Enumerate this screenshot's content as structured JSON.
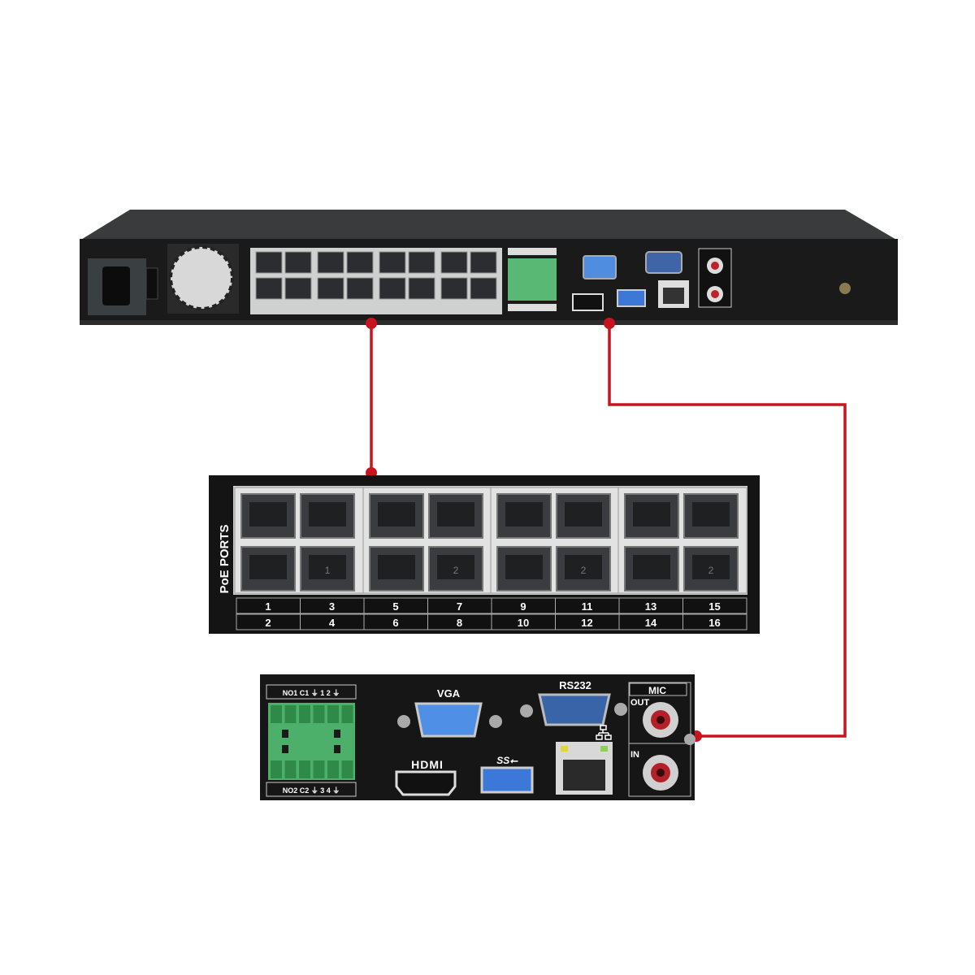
{
  "device": {
    "poe_label": "PoE PORTS",
    "mic_label": "MIC",
    "poe_port_numbers_top": [
      "1",
      "3",
      "5",
      "7",
      "9",
      "11",
      "13",
      "15"
    ],
    "poe_port_numbers_bottom": [
      "2",
      "4",
      "6",
      "8",
      "10",
      "12",
      "14",
      "16"
    ],
    "port_group_marks": [
      "1",
      "2"
    ]
  },
  "io_panel": {
    "alarm_top_label": "NO1 C1 ⏚ 1 2 ⏚",
    "alarm_bottom_label": "NO2 C2 ⏚ 3 4 ⏚",
    "vga_label": "VGA",
    "rs232_label": "RS232",
    "hdmi_label": "HDMI",
    "usb_label": "SS⭠",
    "mic_label": "MIC",
    "out_label": "OUT",
    "in_label": "IN",
    "network_icon": "lan-icon"
  },
  "colors": {
    "callout": "#c8141e",
    "panel": "#141414",
    "port_blue": "#3f7fd6",
    "terminal_green": "#4cb06a"
  }
}
